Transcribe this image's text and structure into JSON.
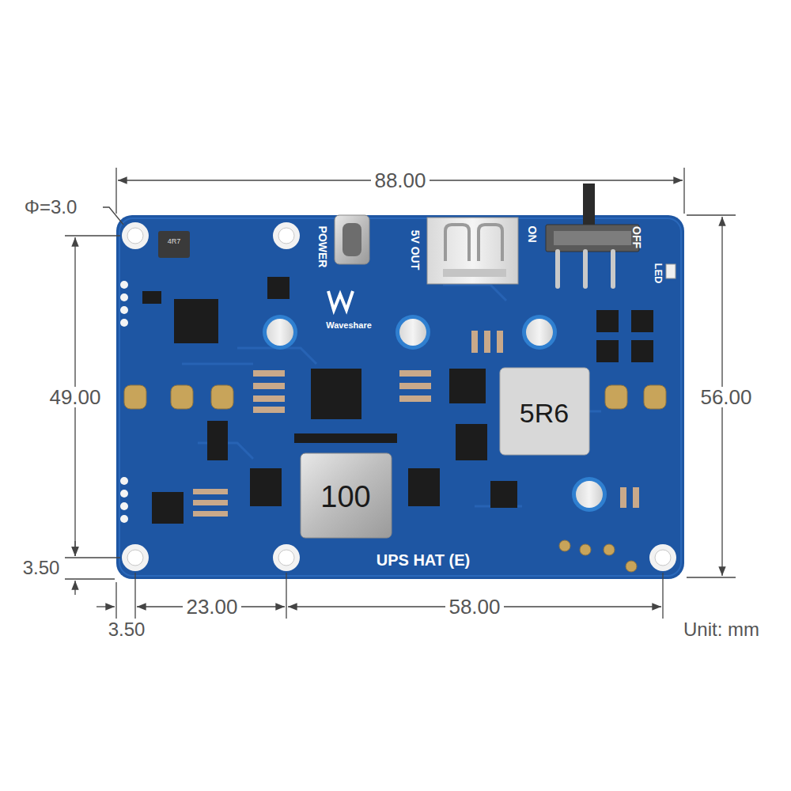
{
  "diagram": {
    "labels": [
      "88.00",
      "Φ=3.0",
      "49.00",
      "56.00",
      "3.50",
      "3.50",
      "23.00",
      "58.00",
      "Unit: mm",
      "POWER",
      "5V OUT",
      "ON",
      "OFF",
      "LED",
      "Waveshare",
      "UPS HAT (E)",
      "5R6",
      "100",
      "4R7"
    ]
  }
}
